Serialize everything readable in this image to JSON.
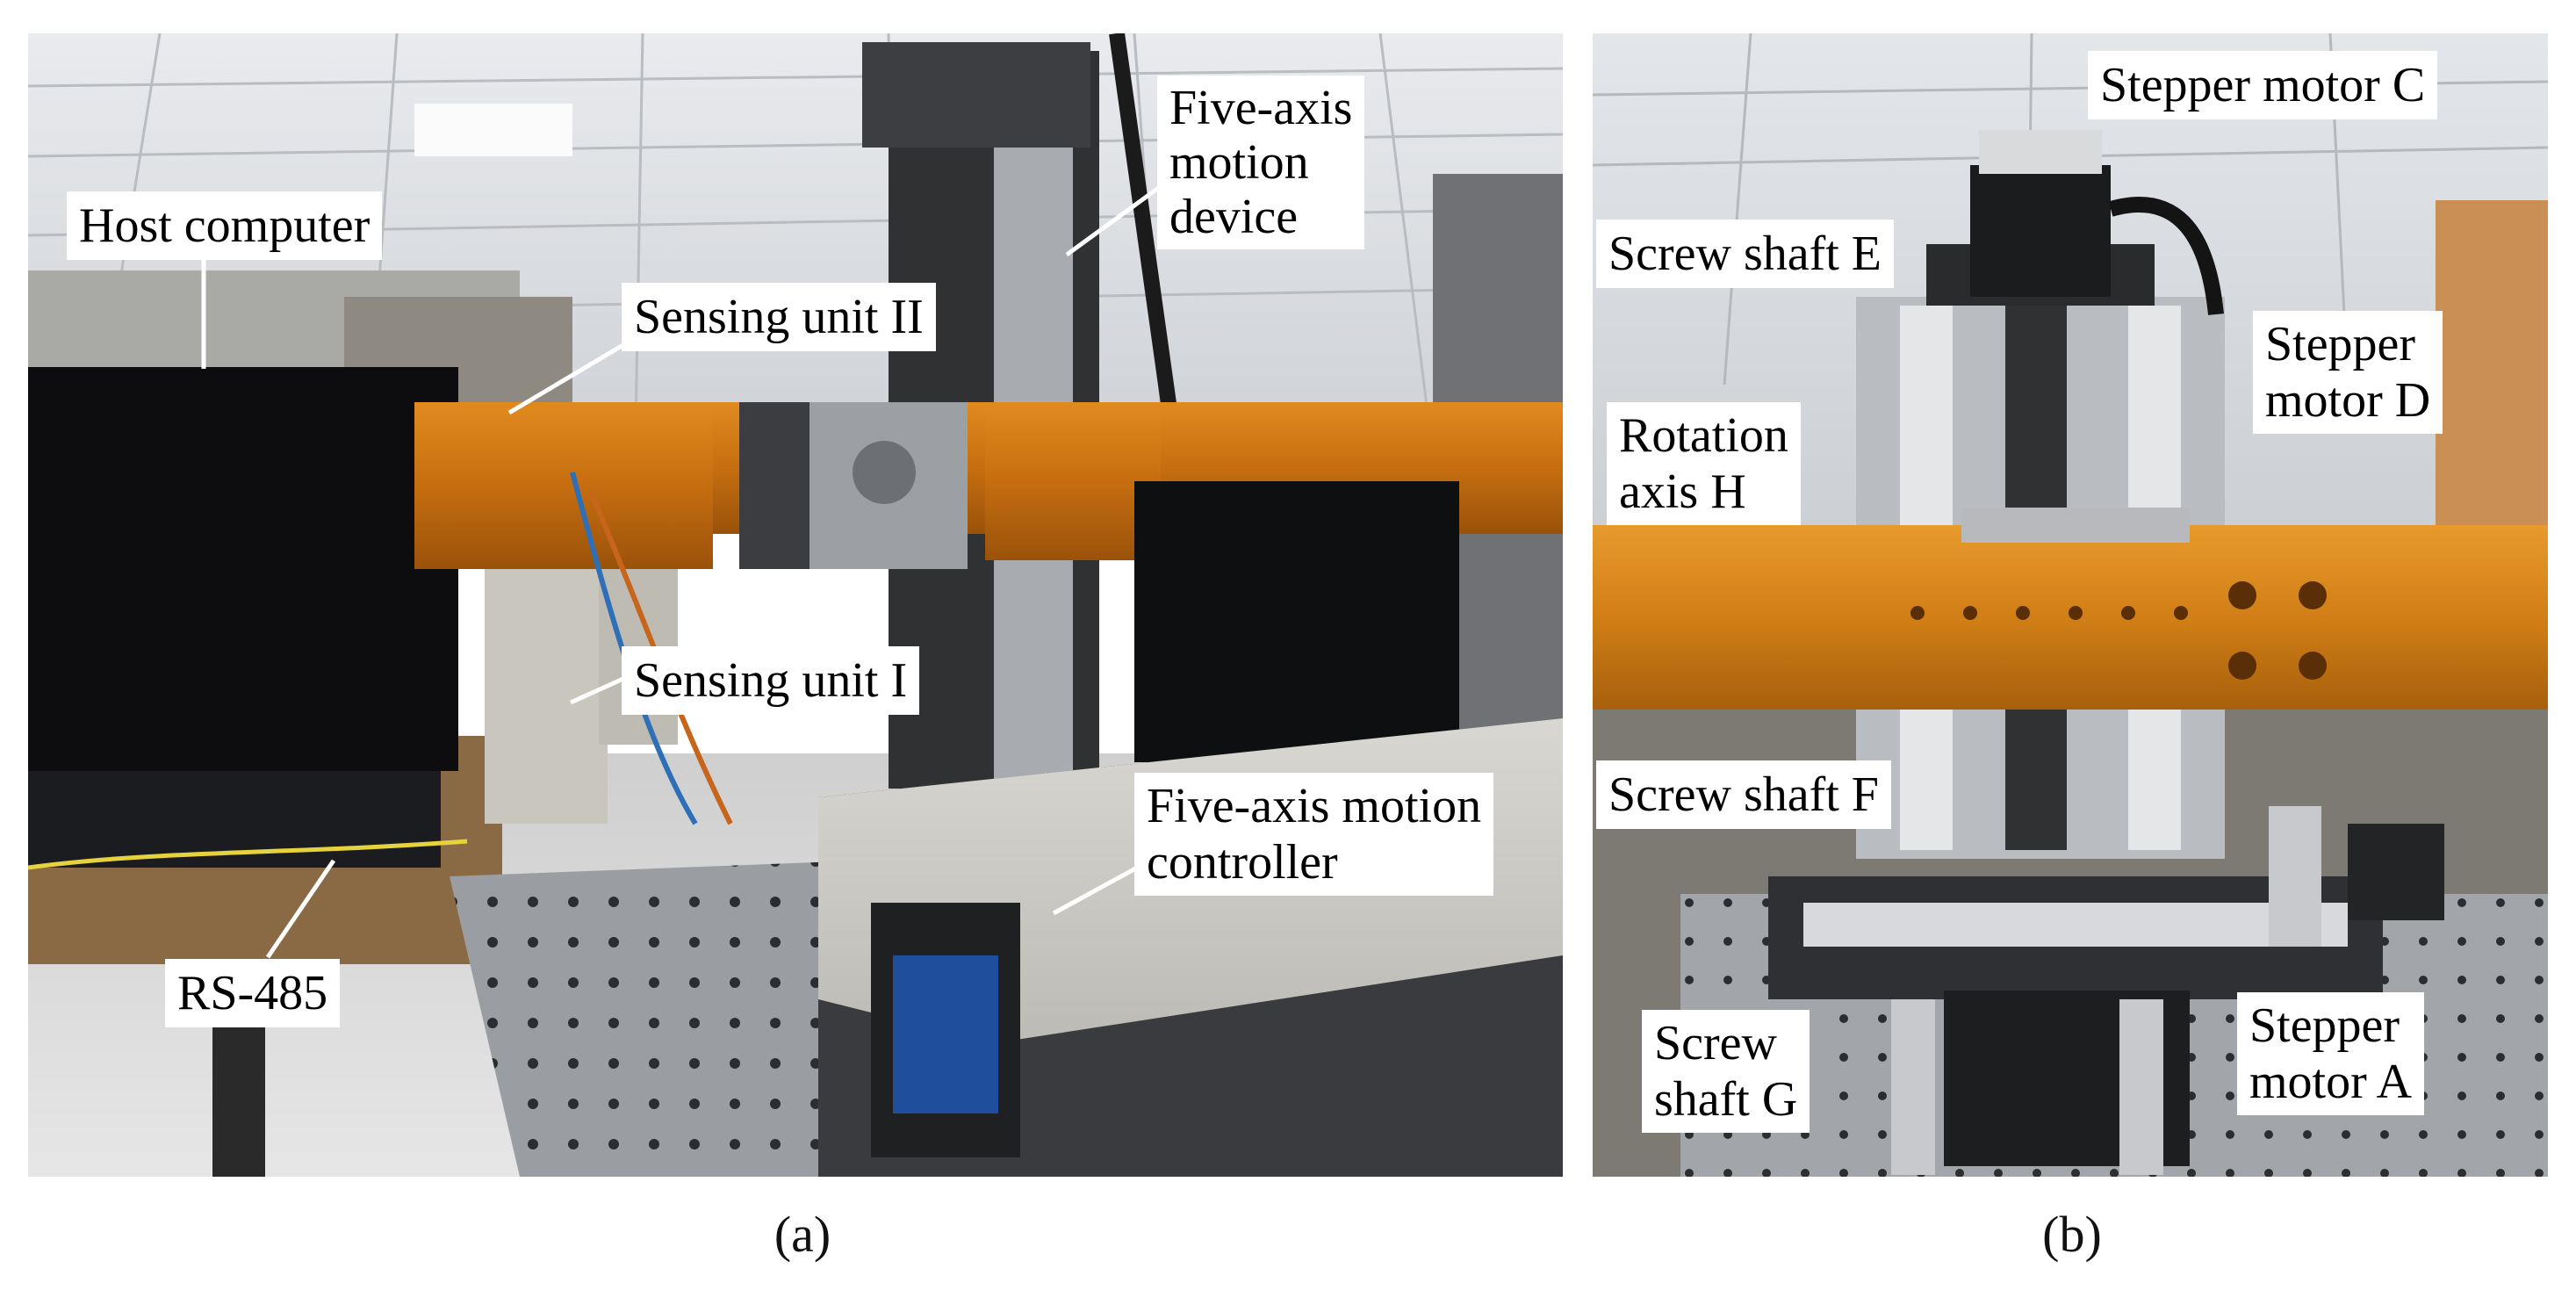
{
  "panel_a": {
    "caption": "(a)",
    "labels": {
      "host_computer": "Host computer",
      "sensing_unit_2": "Sensing unit II",
      "sensing_unit_1": "Sensing unit I",
      "five_axis_device": "Five-axis motion device",
      "five_axis_device_l1": "Five-axis",
      "five_axis_device_l2": "motion",
      "five_axis_device_l3": "device",
      "rs485": "RS-485",
      "controller_l1": "Five-axis motion",
      "controller_l2": "controller"
    }
  },
  "panel_b": {
    "caption": "(b)",
    "labels": {
      "stepper_c": "Stepper motor C",
      "screw_e": "Screw shaft E",
      "stepper_d_l1": "Stepper",
      "stepper_d_l2": "motor D",
      "rotation_h_l1": "Rotation",
      "rotation_h_l2": "axis H",
      "screw_f": "Screw shaft F",
      "screw_g_l1": "Screw",
      "screw_g_l2": "shaft G",
      "stepper_a_l1": "Stepper",
      "stepper_a_l2": "motor A"
    }
  }
}
